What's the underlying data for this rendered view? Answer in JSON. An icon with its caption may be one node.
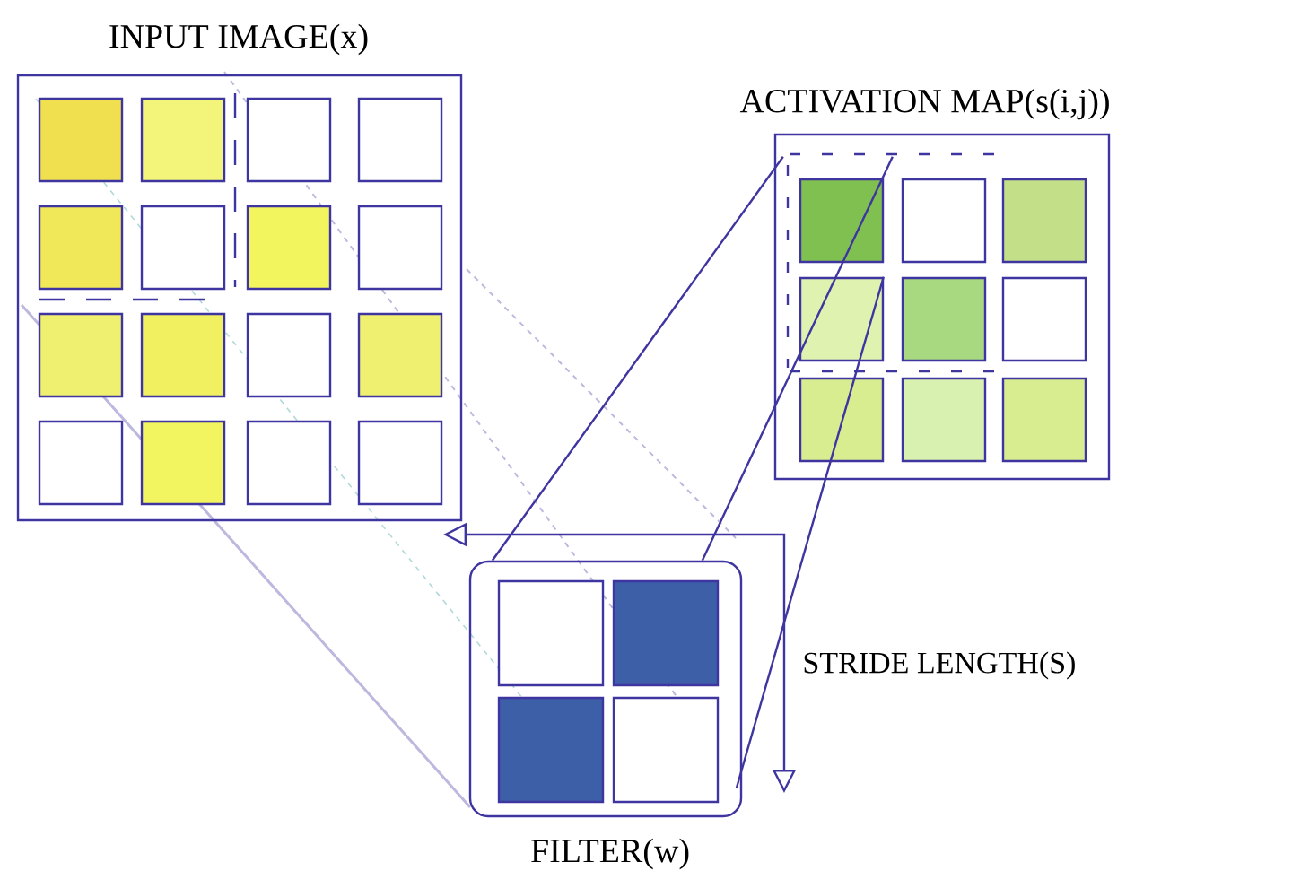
{
  "diagram": {
    "nodes": [
      {
        "text": [
          "INPUT IMAGE(x)"
        ]
      },
      {
        "text": [
          "ACTIVATION MAP(s(i,j))"
        ]
      },
      {
        "text": [
          "FILTER(w)"
        ]
      }
    ],
    "edges": [
      {
        "from": 2,
        "to": 1,
        "arrow": "none"
      },
      {
        "from": 2,
        "to": 1,
        "arrow": "none"
      },
      {
        "from": 2,
        "to": 1,
        "arrow": "none"
      }
    ],
    "labels": [
      "STRIDE LENGTH(S)"
    ]
  }
}
